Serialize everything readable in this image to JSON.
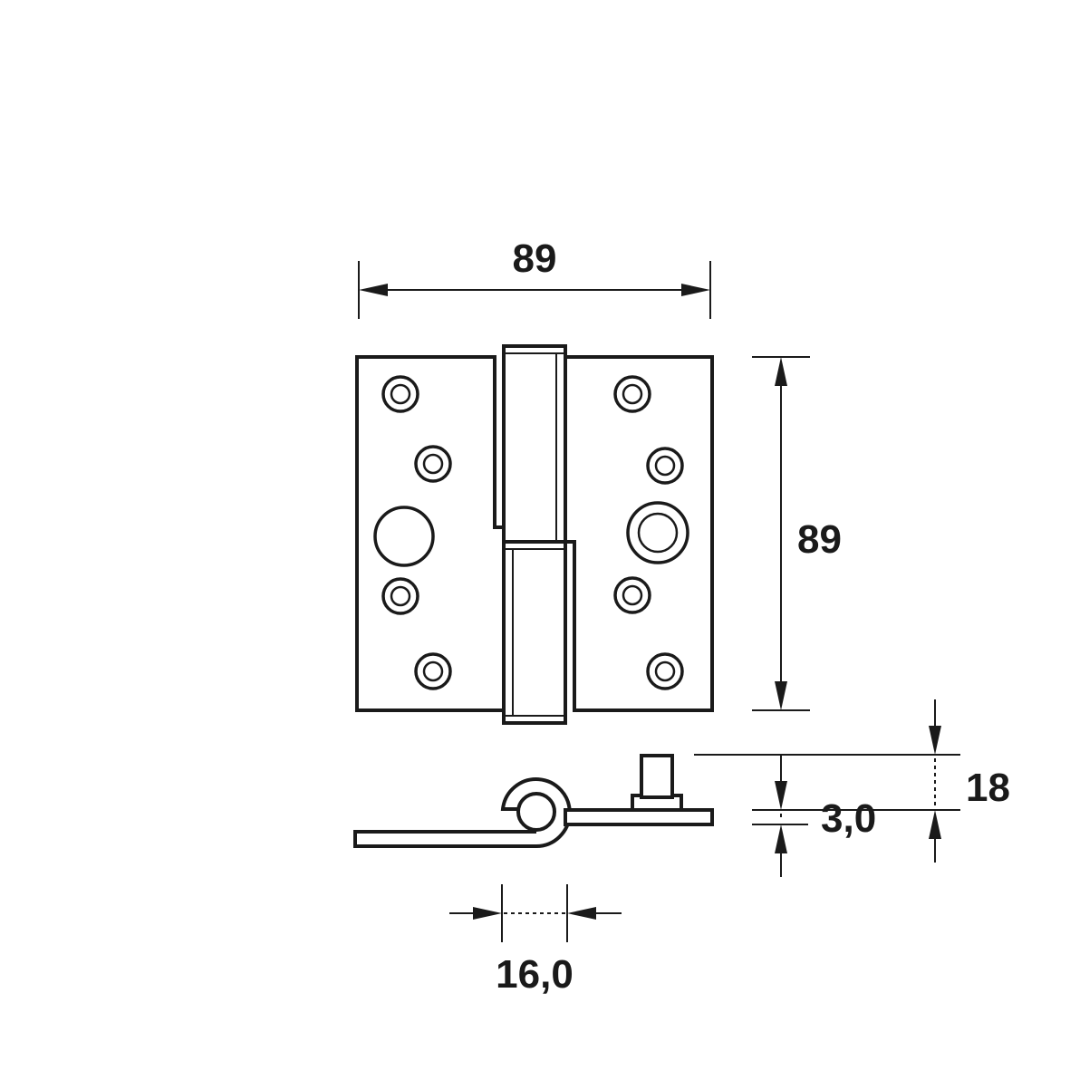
{
  "dimensions": {
    "width_label": "89",
    "height_label": "89",
    "total_thickness_label": "18",
    "leaf_thickness_label": "3,0",
    "knuckle_diameter_label": "16,0"
  },
  "colors": {
    "line": "#1a1a1a",
    "background": "#ffffff"
  }
}
